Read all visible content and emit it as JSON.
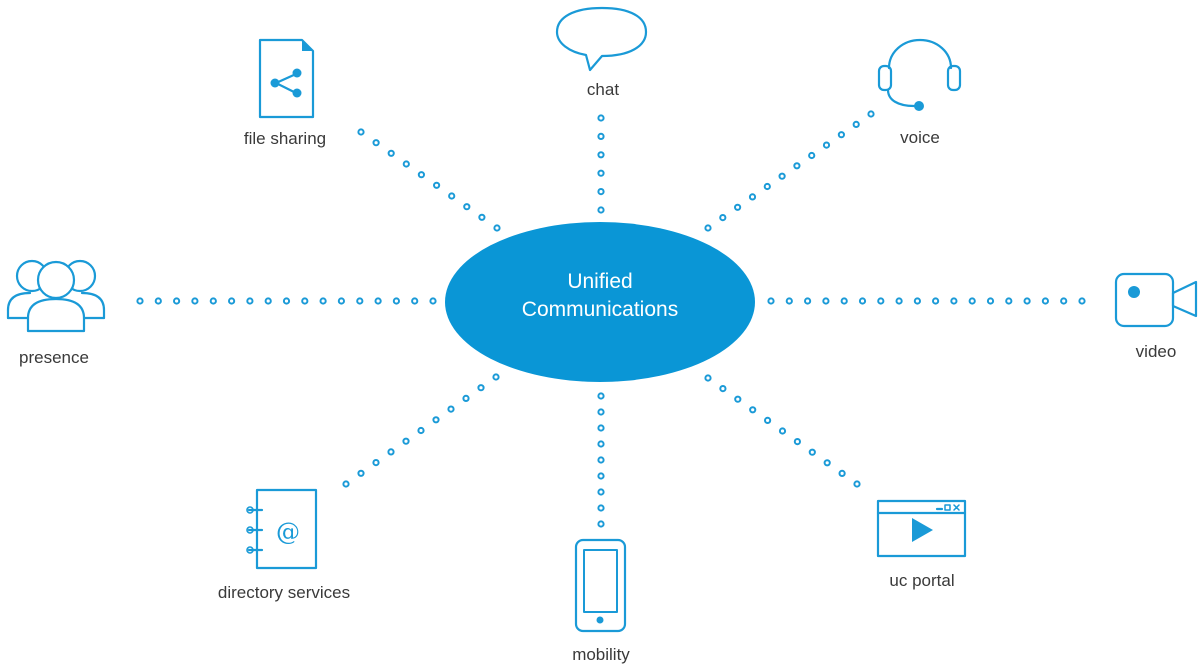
{
  "hub": {
    "line1": "Unified",
    "line2": "Communications",
    "color": "#0a96d6"
  },
  "accent": "#1a9ad7",
  "nodes": {
    "chat": {
      "label": "chat",
      "icon": "speech-bubble-icon"
    },
    "voice": {
      "label": "voice",
      "icon": "headset-icon"
    },
    "video": {
      "label": "video",
      "icon": "video-camera-icon"
    },
    "uc_portal": {
      "label": "uc portal",
      "icon": "video-player-window-icon"
    },
    "mobility": {
      "label": "mobility",
      "icon": "smartphone-icon"
    },
    "directory_services": {
      "label": "directory services",
      "icon": "address-book-icon"
    },
    "presence": {
      "label": "presence",
      "icon": "people-group-icon"
    },
    "file_sharing": {
      "label": "file sharing",
      "icon": "share-document-icon"
    }
  }
}
